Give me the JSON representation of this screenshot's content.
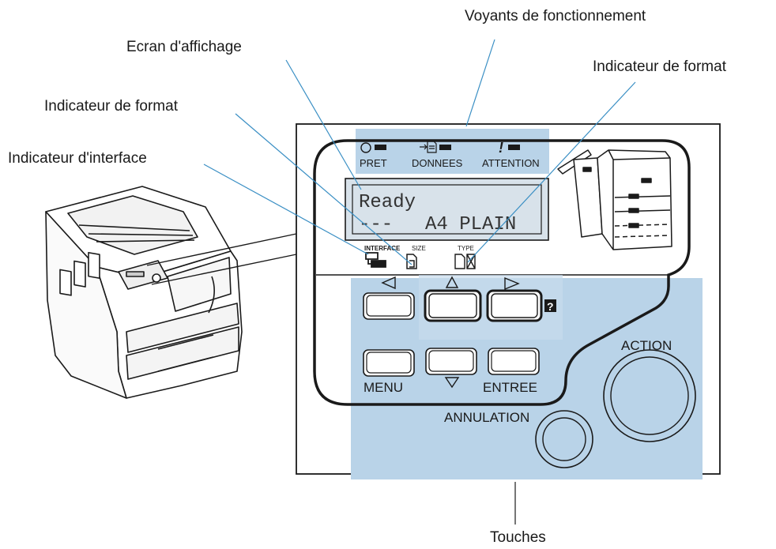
{
  "colors": {
    "highlight": "#b9d3e8",
    "leader_line": "#3a8fc4",
    "lcd_bg": "#d8e2ea"
  },
  "callouts": {
    "operation_lights": "Voyants de fonctionnement",
    "display_screen": "Ecran d'affichage",
    "size_indicator_left": "Indicateur de format",
    "type_indicator_right": "Indicateur de format",
    "interface_indicator": "Indicateur d'interface",
    "keys": "Touches"
  },
  "indicators": {
    "ready": "PRET",
    "data": "DONNEES",
    "attention": "ATTENTION"
  },
  "display": {
    "line1": "Ready",
    "line2_left": "---",
    "line2_right": "A4 PLAIN"
  },
  "icon_labels": {
    "interface": "INTERFACE",
    "size": "SIZE",
    "type": "TYPE"
  },
  "keys": {
    "menu": "MENU",
    "enter": "ENTREE",
    "action": "ACTION",
    "cancel": "ANNULATION",
    "help": "?"
  },
  "icons": {
    "left_arrow": "triangle-left-icon",
    "up_arrow": "triangle-up-icon",
    "right_arrow": "triangle-right-icon",
    "down_arrow": "triangle-down-icon"
  }
}
